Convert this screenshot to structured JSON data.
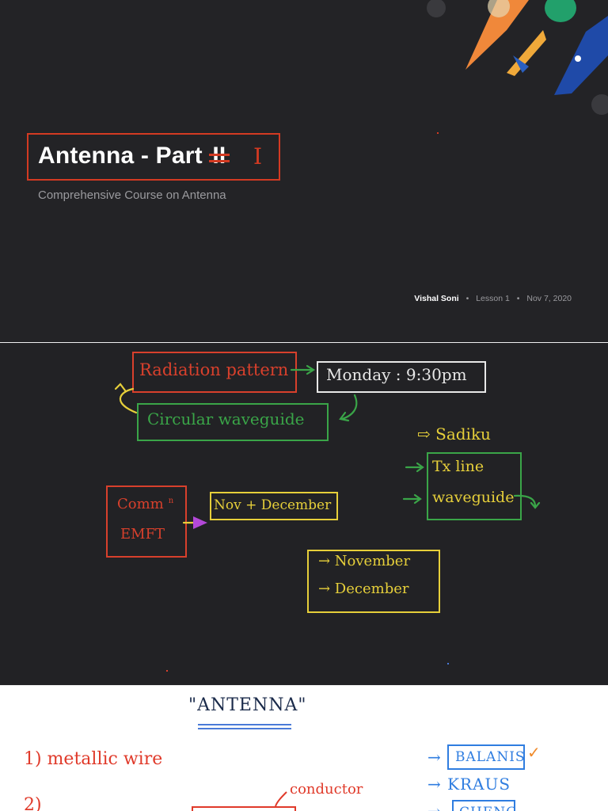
{
  "slide1": {
    "title": "Antenna - Part",
    "title_struck": "II",
    "title_correction": "I",
    "subtitle": "Comprehensive Course on Antenna",
    "author": "Vishal Soni",
    "lesson": "Lesson 1",
    "date": "Nov 7, 2020",
    "colors": {
      "accent": "#d33a22",
      "background": "#232326"
    }
  },
  "slide2": {
    "radiation_pattern": "Radiation pattern",
    "monday": "Monday : 9:30pm",
    "circular_waveguide": "Circular waveguide",
    "sadiku": "⇨ Sadiku",
    "tx_line": "Tx line",
    "waveguide": "waveguide",
    "comm": "Comm",
    "comm_sup": "n",
    "emft": "EMFT",
    "nov_dec": "Nov + December",
    "november": "→ November",
    "december": "→ December",
    "colors": {
      "red": "#d8402c",
      "green": "#3aa548",
      "yellow": "#e6cf3a",
      "white": "#e8e8e8",
      "purple": "#b348d8"
    }
  },
  "slide3": {
    "heading": "\"ANTENNA\"",
    "item1": "1)  metallic wire",
    "item2": "2)",
    "conductor": "conductor",
    "balanis": "BALANIS",
    "kraus": "→ KRAUS",
    "chang": "CHENG",
    "arrow": "→",
    "check": "✓"
  }
}
